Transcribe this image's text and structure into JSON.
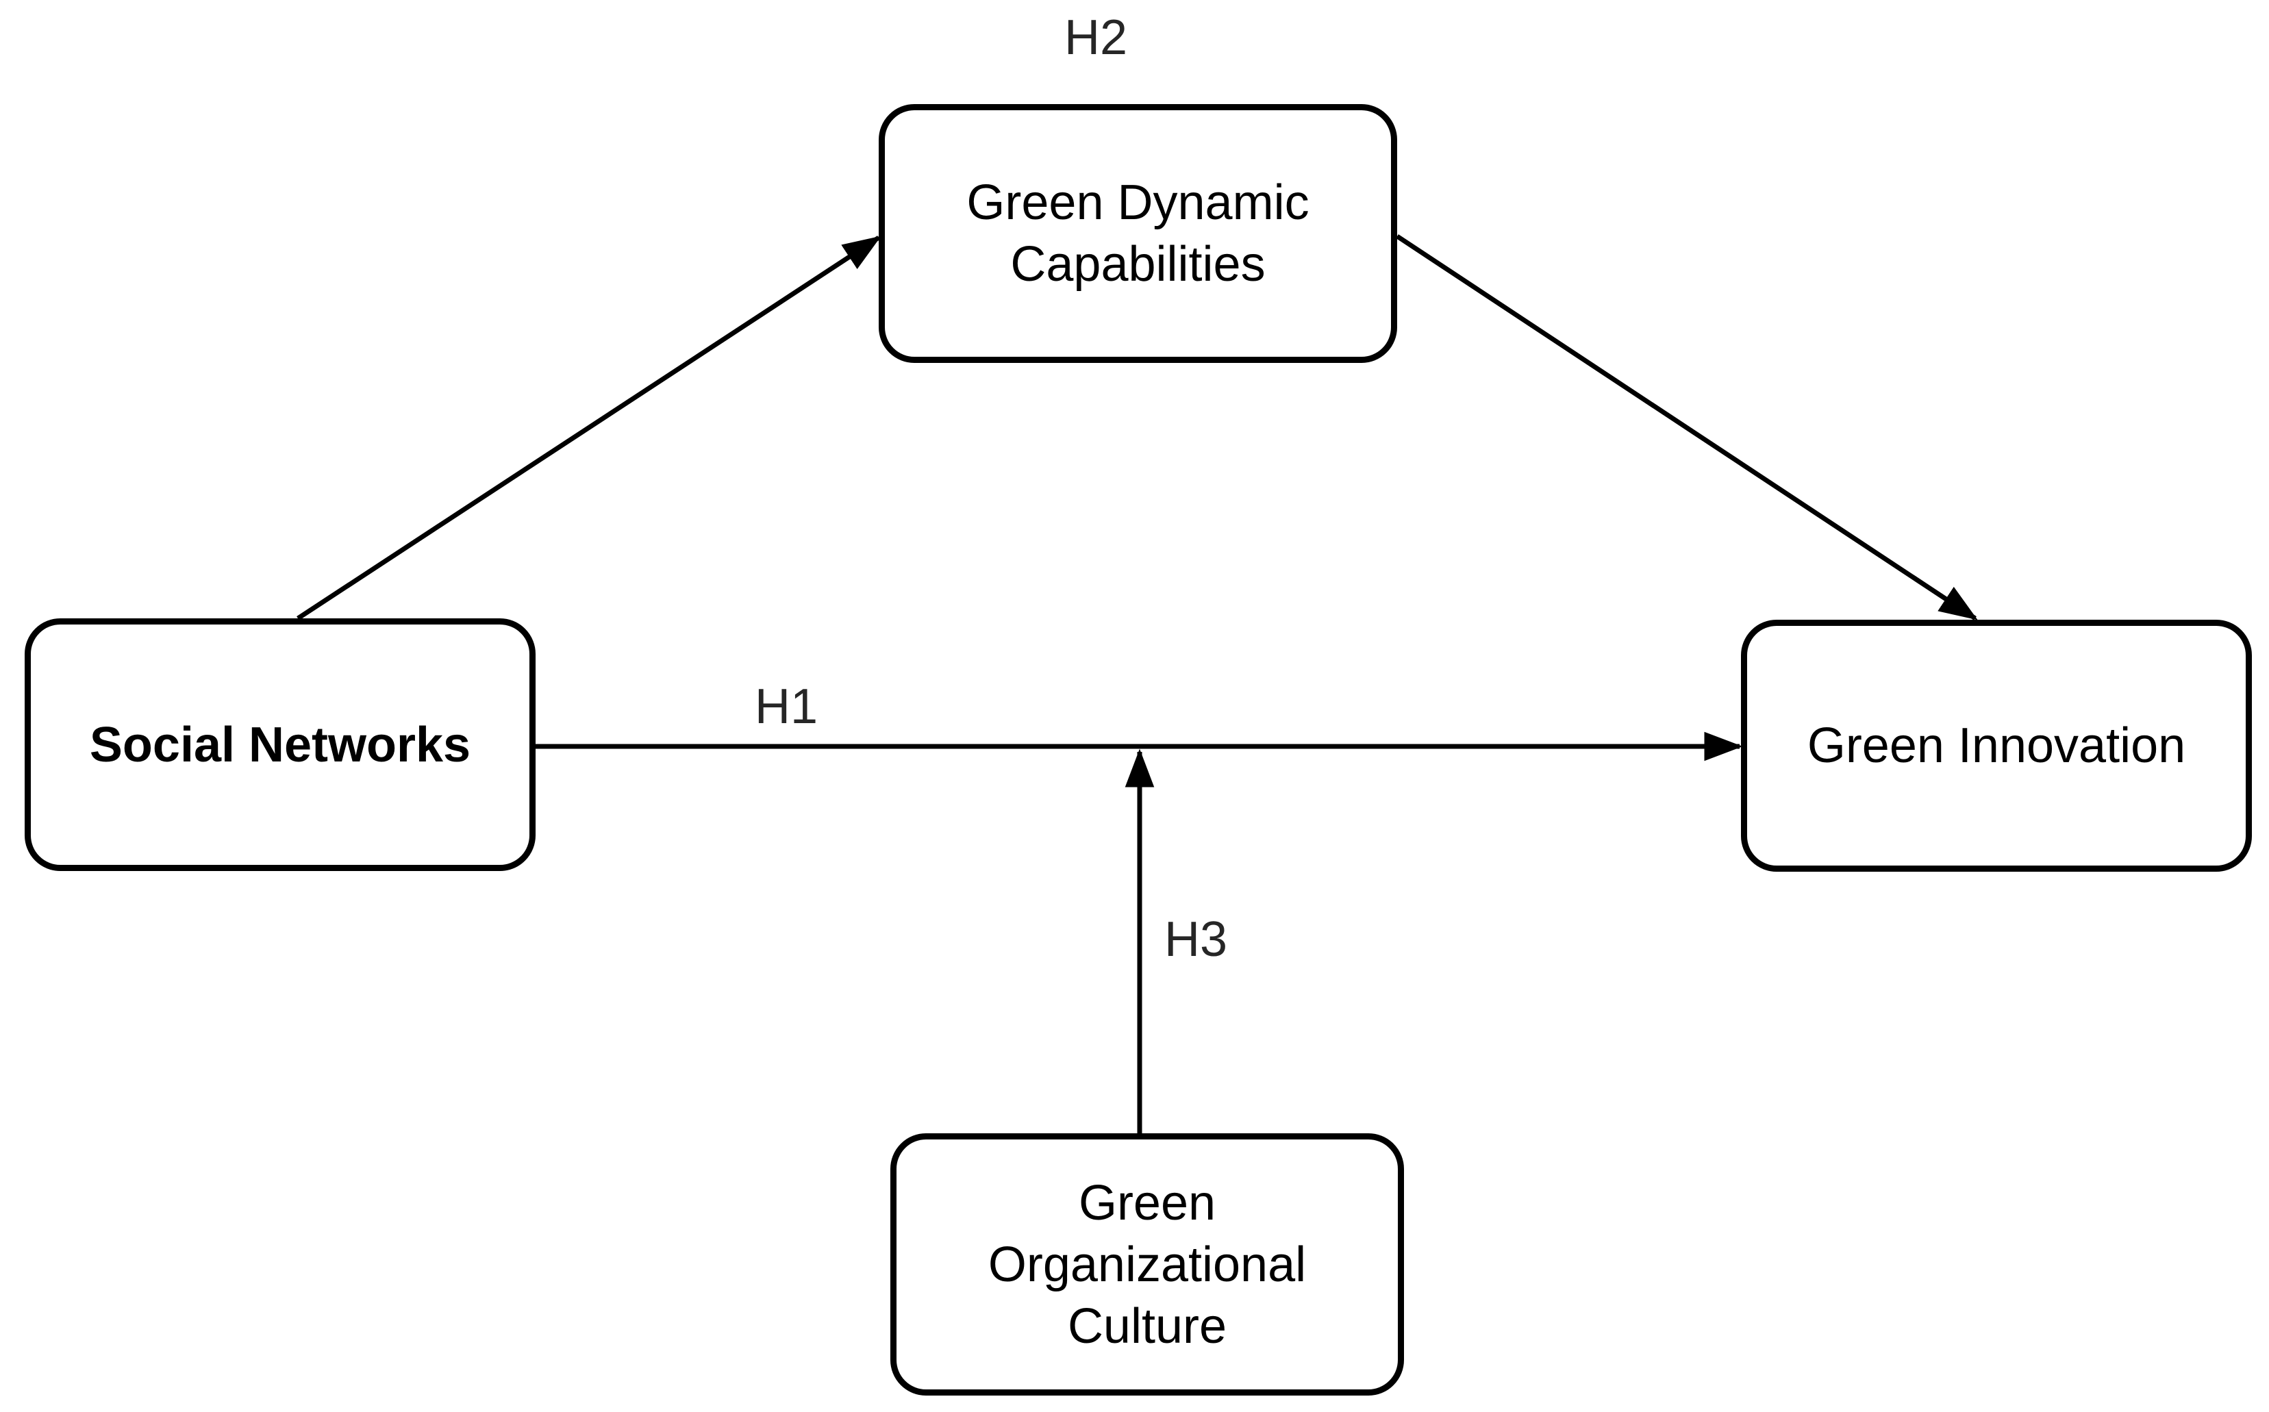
{
  "figure": {
    "background_color": "#ffffff",
    "stroke_color": "#000000",
    "node_fill_color": "#ffffff",
    "node_label_color": "#000000",
    "hypothesis_label_color": "#262626"
  },
  "nodes": {
    "social_networks": {
      "label": "Social Networks"
    },
    "green_dynamic_capabilities": {
      "label": "Green Dynamic\nCapabilities"
    },
    "green_innovation": {
      "label": "Green Innovation"
    },
    "green_organizational_culture": {
      "label": "Green\nOrganizational\nCulture"
    }
  },
  "edges": {
    "h1": {
      "label": "H1"
    },
    "h2": {
      "label": "H2"
    },
    "h3": {
      "label": "H3"
    }
  }
}
